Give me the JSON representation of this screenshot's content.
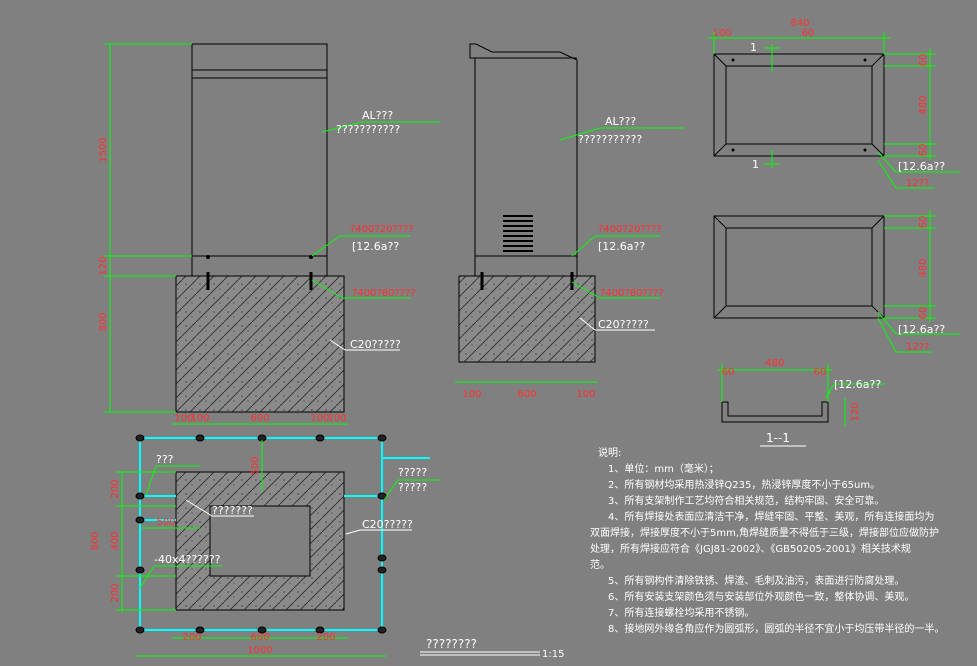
{
  "front_view": {
    "dims_vertical": [
      "1500",
      "120",
      "800"
    ],
    "dims_horizontal": [
      "100",
      "100",
      "600",
      "100",
      "100"
    ],
    "label_box": "AL???",
    "label_box_sub": "???????????",
    "label_bolt_top": "?400?20????",
    "label_channel": "[12.6a??",
    "label_bolt_bottom": "?400?80????",
    "label_concrete": "C20?????"
  },
  "side_view": {
    "dims_horizontal": [
      "100",
      "600",
      "100"
    ],
    "label_box": "AL???",
    "label_box_sub": "???????????",
    "label_bolt_top": "?400?20????",
    "label_channel": "[12.6a??",
    "label_bolt_bottom": "?400?80????",
    "label_concrete": "C20?????"
  },
  "frame_top": {
    "dims_top": [
      "840",
      "100",
      "60"
    ],
    "dims_right": [
      "60",
      "480",
      "60"
    ],
    "section_marks": [
      "1",
      "1"
    ],
    "label_channel": "[12.6a??",
    "label_sub": "12??"
  },
  "frame_bottom": {
    "dims_right": [
      "60",
      "480",
      "60"
    ],
    "label_channel": "[12.6a??",
    "label_sub": "12??"
  },
  "section_1_1": {
    "dims_top": [
      "480",
      "60",
      "60"
    ],
    "dim_right": "120",
    "label_channel": "[12.6a??",
    "title": "1--1"
  },
  "plan_view": {
    "dims_left": [
      "800",
      "200",
      "400",
      "200"
    ],
    "dim_top": "500",
    "dim_left_inner": "500",
    "dims_bottom": [
      "200",
      "600",
      "200"
    ],
    "dim_bottom_total": "1000",
    "label_left_top": "???",
    "label_inner": "???????",
    "label_flat": "-40x4??????",
    "label_right_a": "?????",
    "label_right_b": "?????",
    "label_concrete": "C20?????",
    "title": "????????",
    "scale": "1:15"
  },
  "notes": {
    "heading": "说明:",
    "lines": [
      "1、单位：mm（毫米）；",
      "2、所有钢材均采用热浸锌Q235，热浸锌厚度不小于65um。",
      "3、所有支架制作工艺均符合相关规范，结构牢固、安全可靠。",
      "4、所有焊接处表面应清洁干净，焊缝牢固、平整、美观，所有连接面均为",
      "双面焊接，焊接厚度不小于5mm,角焊缝质量不得低于三级，焊接部位应做防护",
      "处理，所有焊接应符合《JGJ81-2002》、《GB50205-2001》相关技术规",
      "范。",
      "5、所有钢构件清除铁锈、焊渣、毛刺及油污，表面进行防腐处理。",
      "6、所有安装支架颜色须与安装部位外观颜色一致，整体协调、美观。",
      "7、所有连接螺栓均采用不锈钢。",
      "8、接地网外缘各角应作为圆弧形，圆弧的半径不宜小于均压带半径的一半。"
    ]
  }
}
